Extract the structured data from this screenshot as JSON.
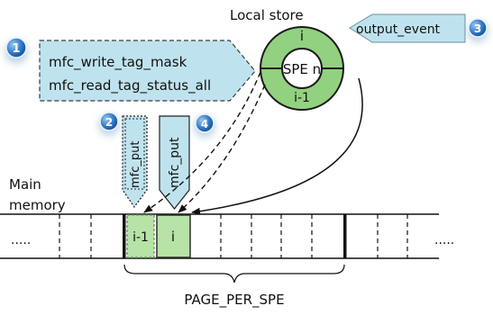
{
  "colors": {
    "callout_fill": "#bfe3ee",
    "callout_stroke": "#6d8f9b",
    "ring_green": "#92d17f",
    "page_green": "#b7e3a6",
    "badge_blue": "#2f79c7"
  },
  "local_store": {
    "label": "Local store",
    "spe_label": "SPE n",
    "slot_top": "i",
    "slot_bottom": "i-1"
  },
  "callouts": {
    "output_event": "output_event",
    "tag_ops": [
      "mfc_write_tag_mask",
      "mfc_read_tag_status_all"
    ],
    "put_prev": "mfc_put",
    "put_curr": "mfc_put"
  },
  "badges": [
    "1",
    "2",
    "3",
    "4"
  ],
  "memory": {
    "label_line1": "Main",
    "label_line2": "memory",
    "left_ellipsis": ".....",
    "right_ellipsis": ".....",
    "page_prev": "i-1",
    "page_curr": "i",
    "span_label": "PAGE_PER_SPE"
  }
}
